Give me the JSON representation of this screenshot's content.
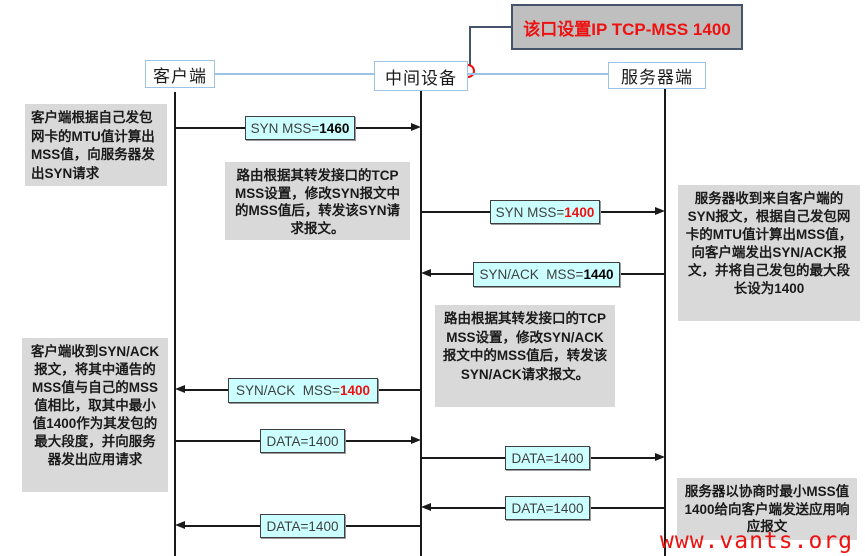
{
  "annotation": {
    "port_note": "该口设置IP TCP-MSS 1400"
  },
  "actors": [
    {
      "label": "客户端"
    },
    {
      "label": "中间设备"
    },
    {
      "label": "服务器端"
    }
  ],
  "notes": [
    {
      "id": "client-syn",
      "text": "客户端根据自己发包网卡的MTU值计算出MSS值，向服务器发出SYN请求"
    },
    {
      "id": "router-syn",
      "text": "路由根据其转发接口的TCP MSS设置，修改SYN报文中的MSS值后，转发该SYN请求报文。"
    },
    {
      "id": "server-synack",
      "text": "服务器收到来自客户端的SYN报文，根据自己发包网卡的MTU值计算出MSS值，向客户端发出SYN/ACK报文，并将自己发包的最大段长设为1400"
    },
    {
      "id": "router-synack",
      "text": "路由根据其转发接口的TCP MSS设置，修改SYN/ACK报文中的MSS值后，转发该SYN/ACK请求报文。"
    },
    {
      "id": "client-recv",
      "text": "客户端收到SYN/ACK报文，将其中通告的MSS值与自己的MSS值相比，取其中最小值1400作为其发包的最大段度，并向服务器发出应用请求"
    },
    {
      "id": "server-data",
      "text": "服务器以协商时最小MSS值1400给向客户端发送应用响应报文"
    }
  ],
  "messages": [
    {
      "prefix": "SYN MSS=",
      "value": "1460",
      "from": "client",
      "to": "middle",
      "emphasis": "bold"
    },
    {
      "prefix": "SYN MSS=",
      "value": "1400",
      "from": "middle",
      "to": "server",
      "emphasis": "red"
    },
    {
      "prefix": "SYN/ACK  MSS=",
      "value": "1440",
      "from": "server",
      "to": "middle",
      "emphasis": "bold"
    },
    {
      "prefix": "SYN/ACK  MSS=",
      "value": "1400",
      "from": "middle",
      "to": "client",
      "emphasis": "red"
    },
    {
      "prefix": "DATA=",
      "value": "1400",
      "from": "client",
      "to": "middle",
      "emphasis": "plain"
    },
    {
      "prefix": "DATA=",
      "value": "1400",
      "from": "middle",
      "to": "server",
      "emphasis": "plain"
    },
    {
      "prefix": "DATA=",
      "value": "1400",
      "from": "server",
      "to": "middle",
      "emphasis": "plain"
    },
    {
      "prefix": "DATA=",
      "value": "1400",
      "from": "middle",
      "to": "client",
      "emphasis": "plain"
    }
  ],
  "watermark": "www.vants.org",
  "colors": {
    "highlight_red": "#ee1111",
    "note_bg": "#d9d9d9",
    "label_bg": "#ccffff",
    "port_note_bg": "#bfbfbf",
    "port_note_border": "#44546a",
    "actor_border": "#9dc3e6"
  }
}
